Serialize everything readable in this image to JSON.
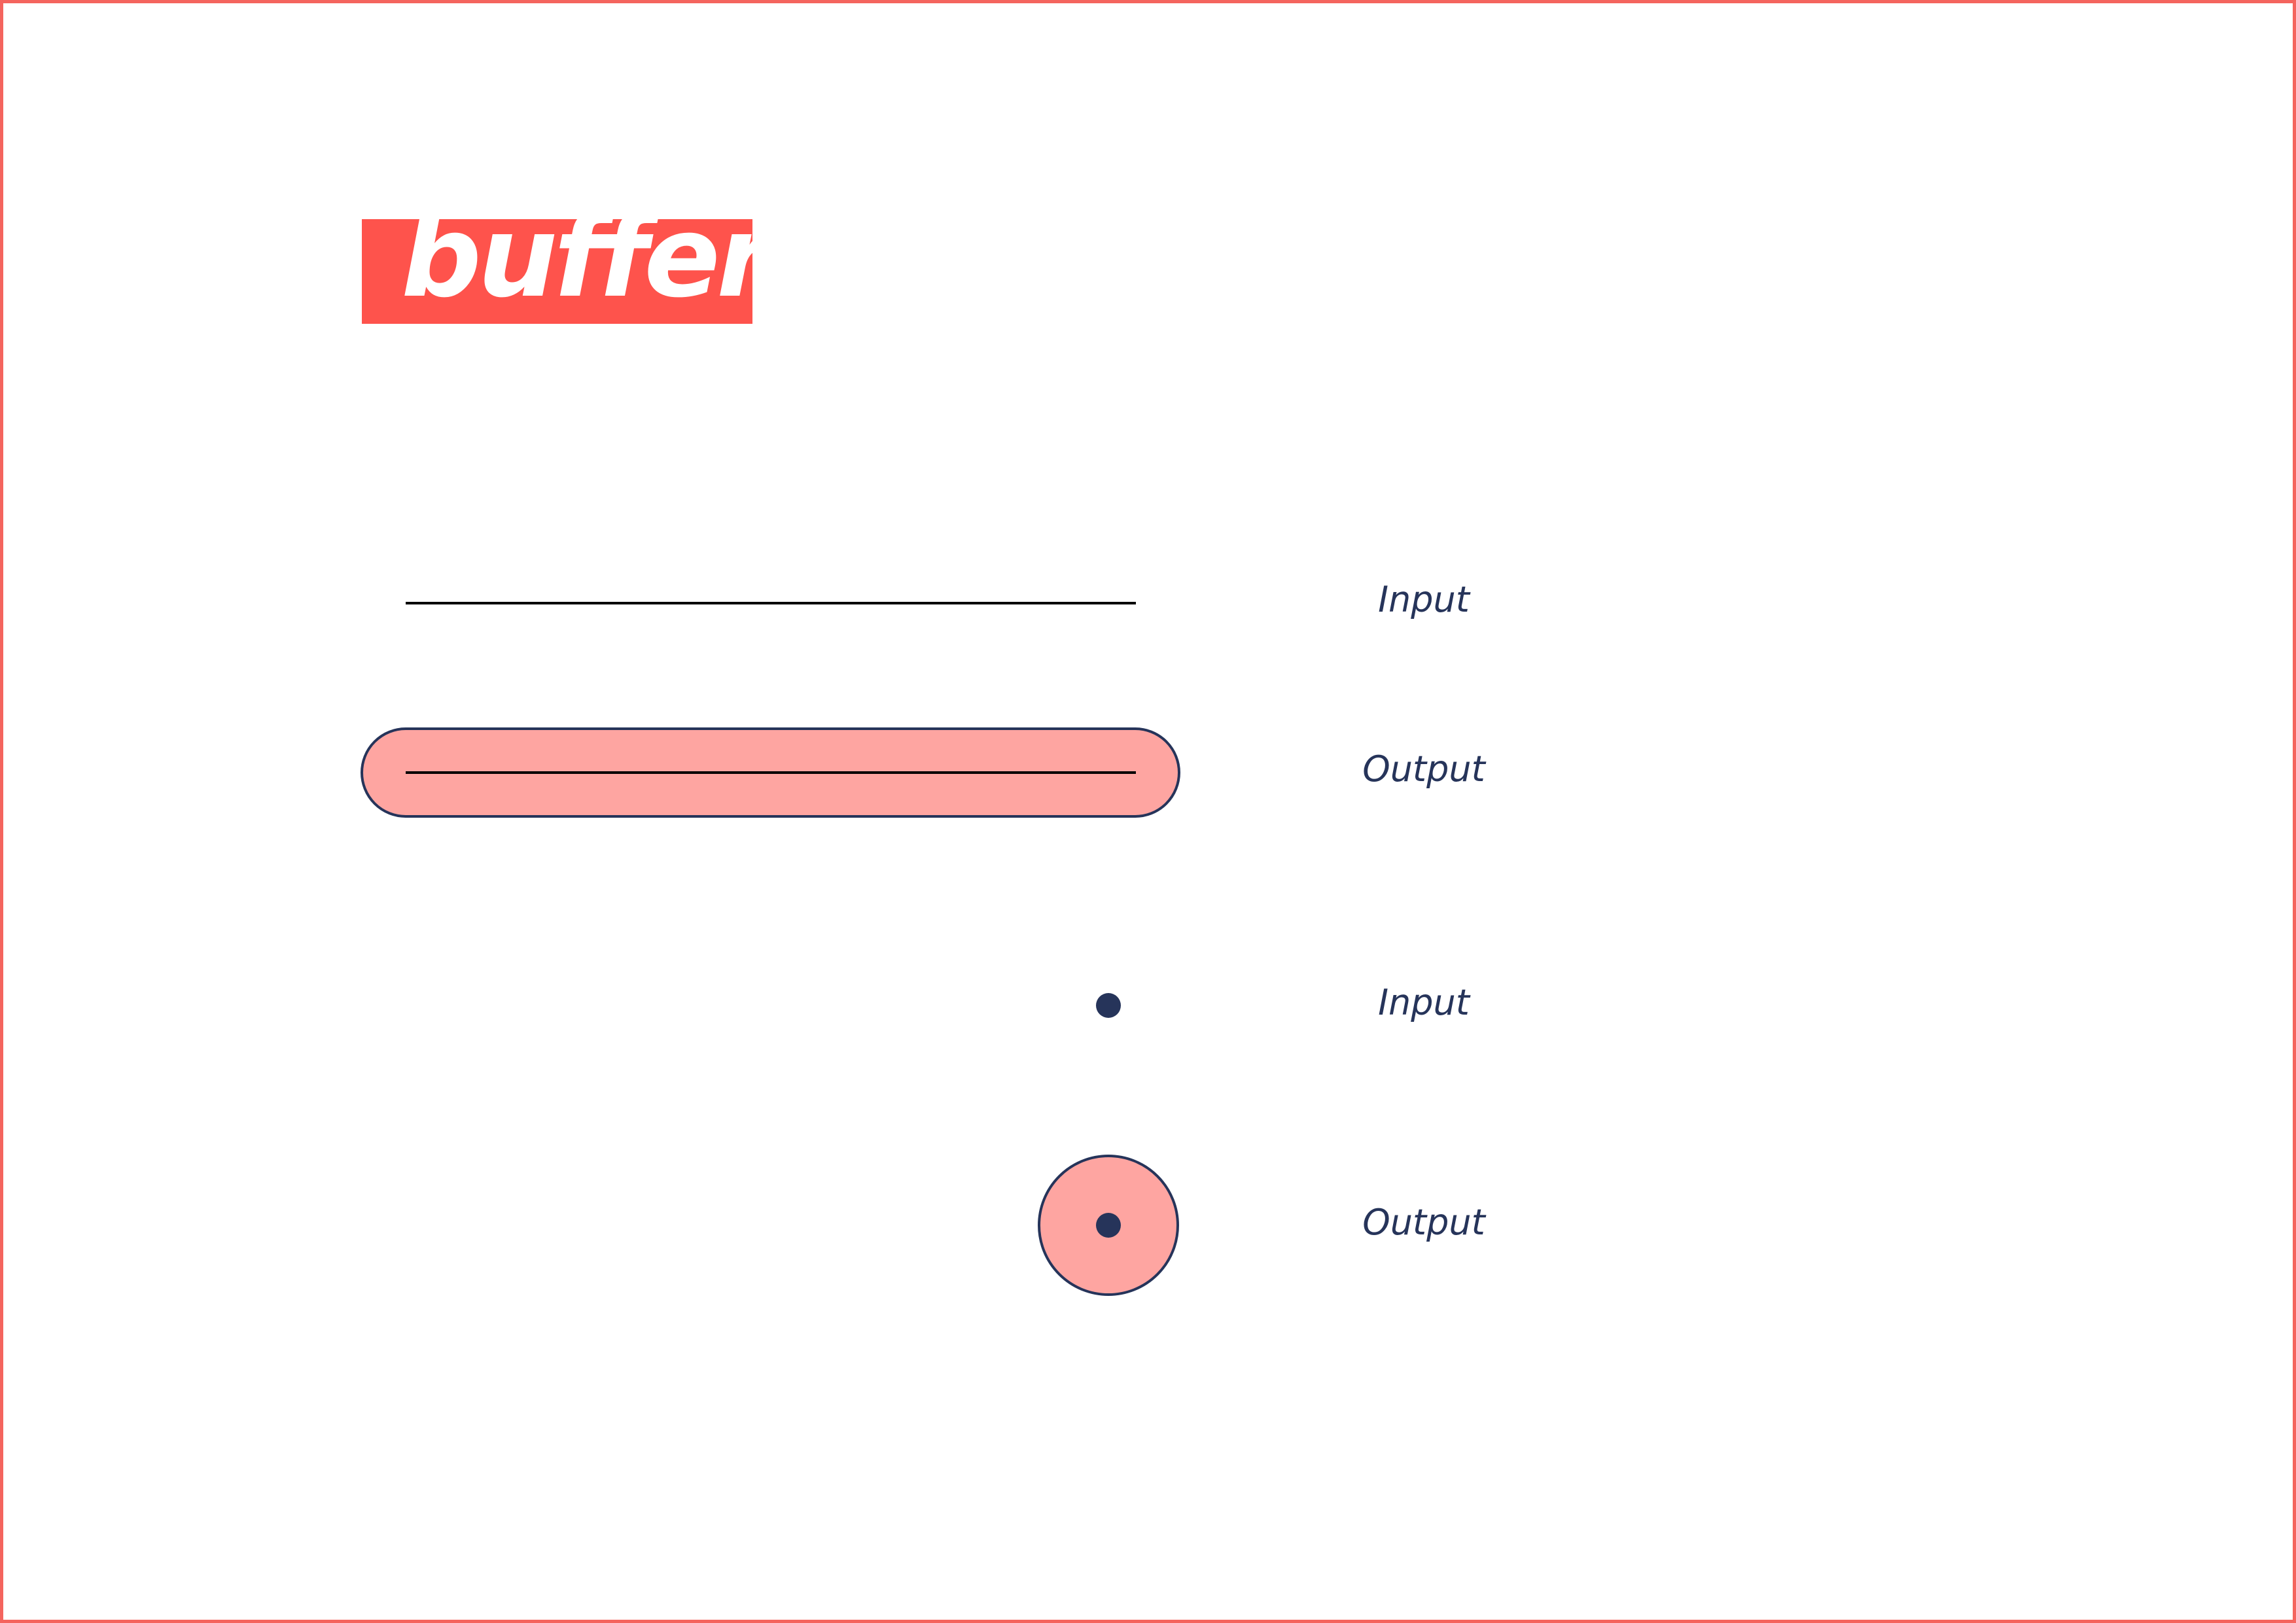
{
  "title": "buffer",
  "legend": [
    {
      "symbol": "line",
      "state": "input",
      "label": "Input"
    },
    {
      "symbol": "line",
      "state": "output",
      "label": "Output"
    },
    {
      "symbol": "point",
      "state": "input",
      "label": "Input"
    },
    {
      "symbol": "point",
      "state": "output",
      "label": "Output"
    }
  ],
  "colors": {
    "frame": "#f4645e",
    "banner": "#fe534c",
    "banner_text": "#ffffff",
    "buffer_fill": "#fea5a1",
    "outline": "#26345a",
    "line": "#000000",
    "point": "#26345a",
    "label": "#26345a"
  }
}
